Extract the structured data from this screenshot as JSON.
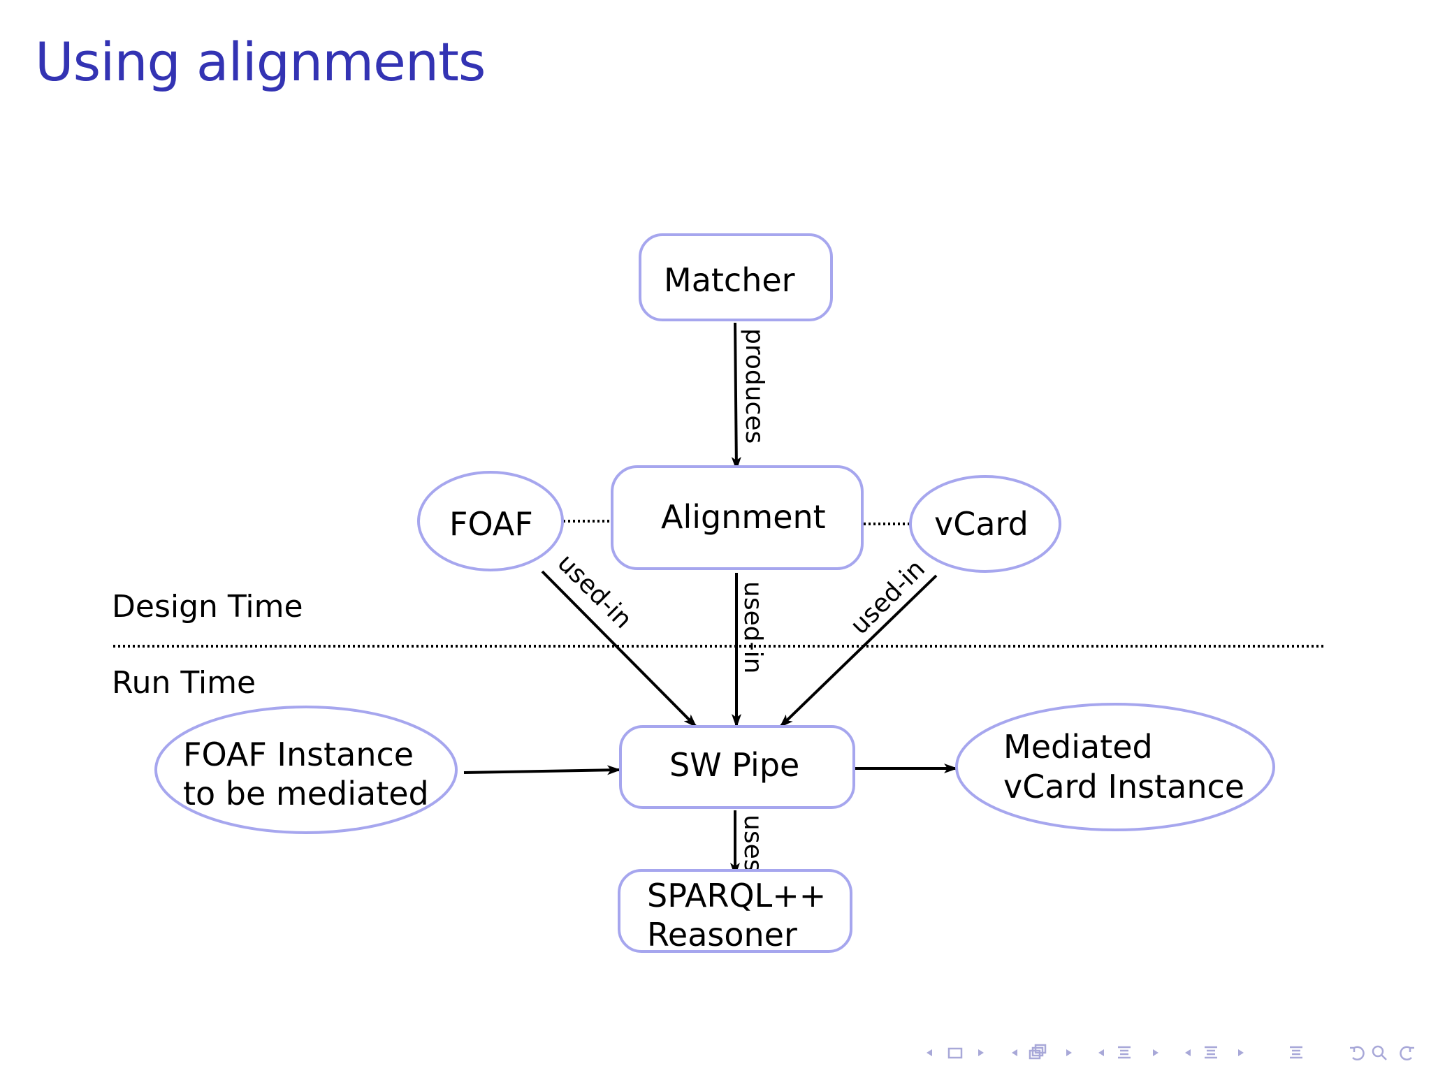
{
  "slide": {
    "title": "Using alignments"
  },
  "labels": {
    "design_time": "Design Time",
    "run_time": "Run Time"
  },
  "nodes": {
    "matcher": "Matcher",
    "alignment": "Alignment",
    "foaf": "FOAF",
    "vcard": "vCard",
    "sw_pipe": "SW Pipe",
    "foaf_instance": [
      "FOAF Instance",
      "to be mediated"
    ],
    "mediated_vcard": [
      "Mediated",
      "vCard Instance"
    ],
    "sparql_reasoner": [
      "SPARQL++",
      "Reasoner"
    ]
  },
  "edges": {
    "produces": "produces",
    "used_in_left": "used-in",
    "used_in_center": "used-in",
    "used_in_right": "used-in",
    "uses": "uses"
  },
  "colors": {
    "title": "#3333b3",
    "node_border": "#a6a6ee",
    "nav": "#a8a8d8"
  },
  "nav_icons": [
    "nav-left-arrow",
    "frame-icon",
    "nav-right-arrow",
    "nav-left-arrow",
    "subsection-icon",
    "nav-right-arrow",
    "nav-left-arrow",
    "section-icon",
    "nav-right-arrow",
    "nav-left-arrow",
    "doc-icon",
    "nav-right-arrow",
    "align-icon",
    "back-icon",
    "search-icon",
    "forward-icon"
  ]
}
